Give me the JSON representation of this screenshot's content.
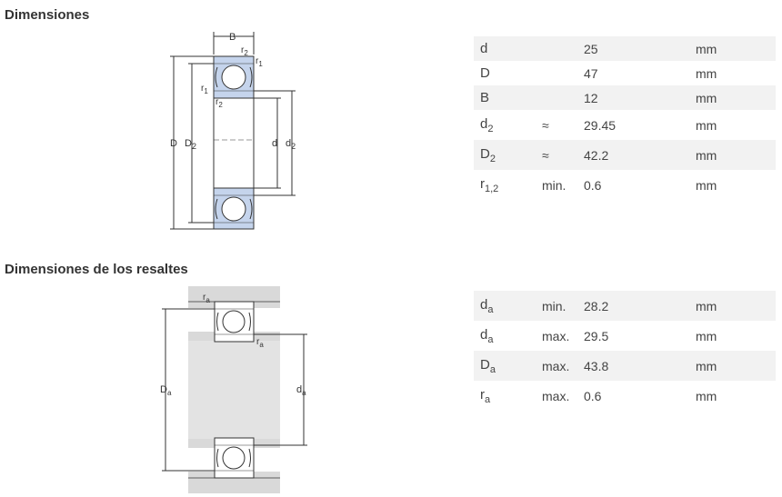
{
  "sections": {
    "dimensions_title": "Dimensiones",
    "shoulders_title": "Dimensiones de los resaltes"
  },
  "dimensions_rows": [
    {
      "sym": "d",
      "sub": "",
      "qual": "",
      "value": "25",
      "unit": "mm",
      "height": 27
    },
    {
      "sym": "D",
      "sub": "",
      "qual": "",
      "value": "47",
      "unit": "mm",
      "height": 27
    },
    {
      "sym": "B",
      "sub": "",
      "qual": "",
      "value": "12",
      "unit": "mm",
      "height": 27
    },
    {
      "sym": "d",
      "sub": "2",
      "qual": "≈",
      "value": "29.45",
      "unit": "mm",
      "height": 33
    },
    {
      "sym": "D",
      "sub": "2",
      "qual": "≈",
      "value": "42.2",
      "unit": "mm",
      "height": 33
    },
    {
      "sym": "r",
      "sub": "1,2",
      "qual": "min.",
      "value": "0.6",
      "unit": "mm",
      "height": 33
    }
  ],
  "shoulders_rows": [
    {
      "sym": "d",
      "sub": "a",
      "qual": "min.",
      "value": "28.2",
      "unit": "mm",
      "height": 33
    },
    {
      "sym": "d",
      "sub": "a",
      "qual": "max.",
      "value": "29.5",
      "unit": "mm",
      "height": 33
    },
    {
      "sym": "D",
      "sub": "a",
      "qual": "max.",
      "value": "43.8",
      "unit": "mm",
      "height": 33
    },
    {
      "sym": "r",
      "sub": "a",
      "qual": "max.",
      "value": "0.6",
      "unit": "mm",
      "height": 33
    }
  ],
  "diagram_labels": {
    "B": "B",
    "D": "D",
    "D2": "D",
    "d": "d",
    "d2": "d",
    "sub2": "2",
    "sub1": "1",
    "r": "r",
    "Da": "D",
    "da": "d",
    "sub_a": "a"
  },
  "colors": {
    "shield_fill": "#c5d4ec",
    "line": "#333333",
    "housing": "#d9d9d9",
    "row_alt": "#f2f2f2"
  }
}
